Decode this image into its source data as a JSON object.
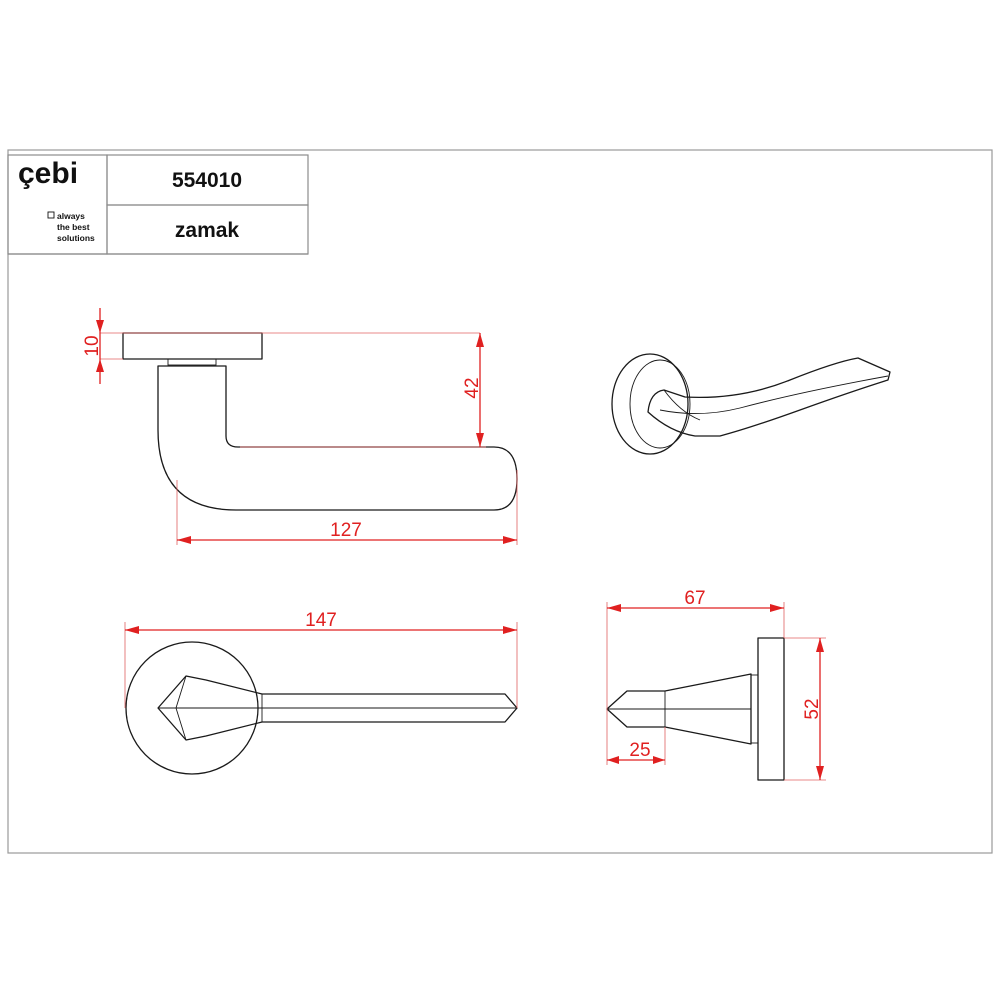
{
  "title_block": {
    "logo_text": "çebi",
    "slogan": [
      "always",
      "the best",
      "solutions"
    ],
    "product_code": "554010",
    "material": "zamak"
  },
  "dimensions": {
    "rose_thickness": "10",
    "lever_height": "42",
    "projection_length": "127",
    "overall_length": "147",
    "side_depth": "67",
    "tip_length": "25",
    "rose_diameter": "52"
  },
  "colors": {
    "dimension": "#e02020",
    "outline": "#1a1a1a",
    "frame": "#9a9a9a"
  }
}
